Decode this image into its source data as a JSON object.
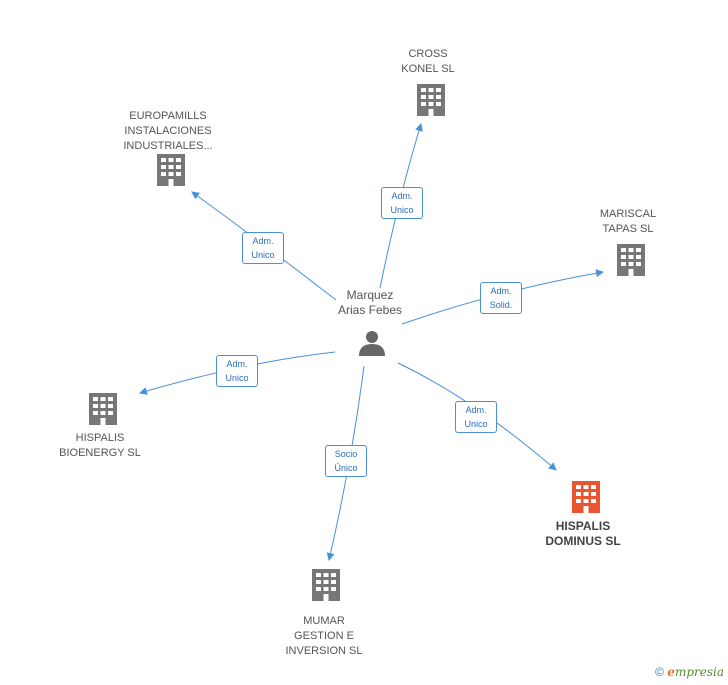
{
  "center": {
    "name": "Marquez\nArias Febes",
    "icon": "person-icon"
  },
  "companies": [
    {
      "id": "cross",
      "name": "CROSS\nKONEL SL",
      "highlight": false
    },
    {
      "id": "europamills",
      "name": "EUROPAMILLS\nINSTALACIONES\nINDUSTRIALES...",
      "highlight": false
    },
    {
      "id": "mariscal",
      "name": "MARISCAL\nTAPAS SL",
      "highlight": false
    },
    {
      "id": "bioenergy",
      "name": "HISPALIS\nBIOENERGY  SL",
      "highlight": false
    },
    {
      "id": "dominus",
      "name": "HISPALIS\nDOMINUS SL",
      "highlight": true
    },
    {
      "id": "mumar",
      "name": "MUMAR\nGESTION E\nINVERSION SL",
      "highlight": false
    }
  ],
  "edges": [
    {
      "to": "cross",
      "label": "Adm.\nUnico"
    },
    {
      "to": "europamills",
      "label": "Adm.\nUnico"
    },
    {
      "to": "mariscal",
      "label": "Adm.\nSolid."
    },
    {
      "to": "bioenergy",
      "label": "Adm.\nUnico"
    },
    {
      "to": "dominus",
      "label": "Adm.\nUnico"
    },
    {
      "to": "mumar",
      "label": "Socio\nÚnico"
    }
  ],
  "colors": {
    "edge": "#4a90d9",
    "building": "#777777",
    "building_highlight": "#e8552e",
    "person": "#666666"
  },
  "footer": {
    "copyright": "©",
    "brand_initial": "e",
    "brand_rest": "mpresia"
  }
}
